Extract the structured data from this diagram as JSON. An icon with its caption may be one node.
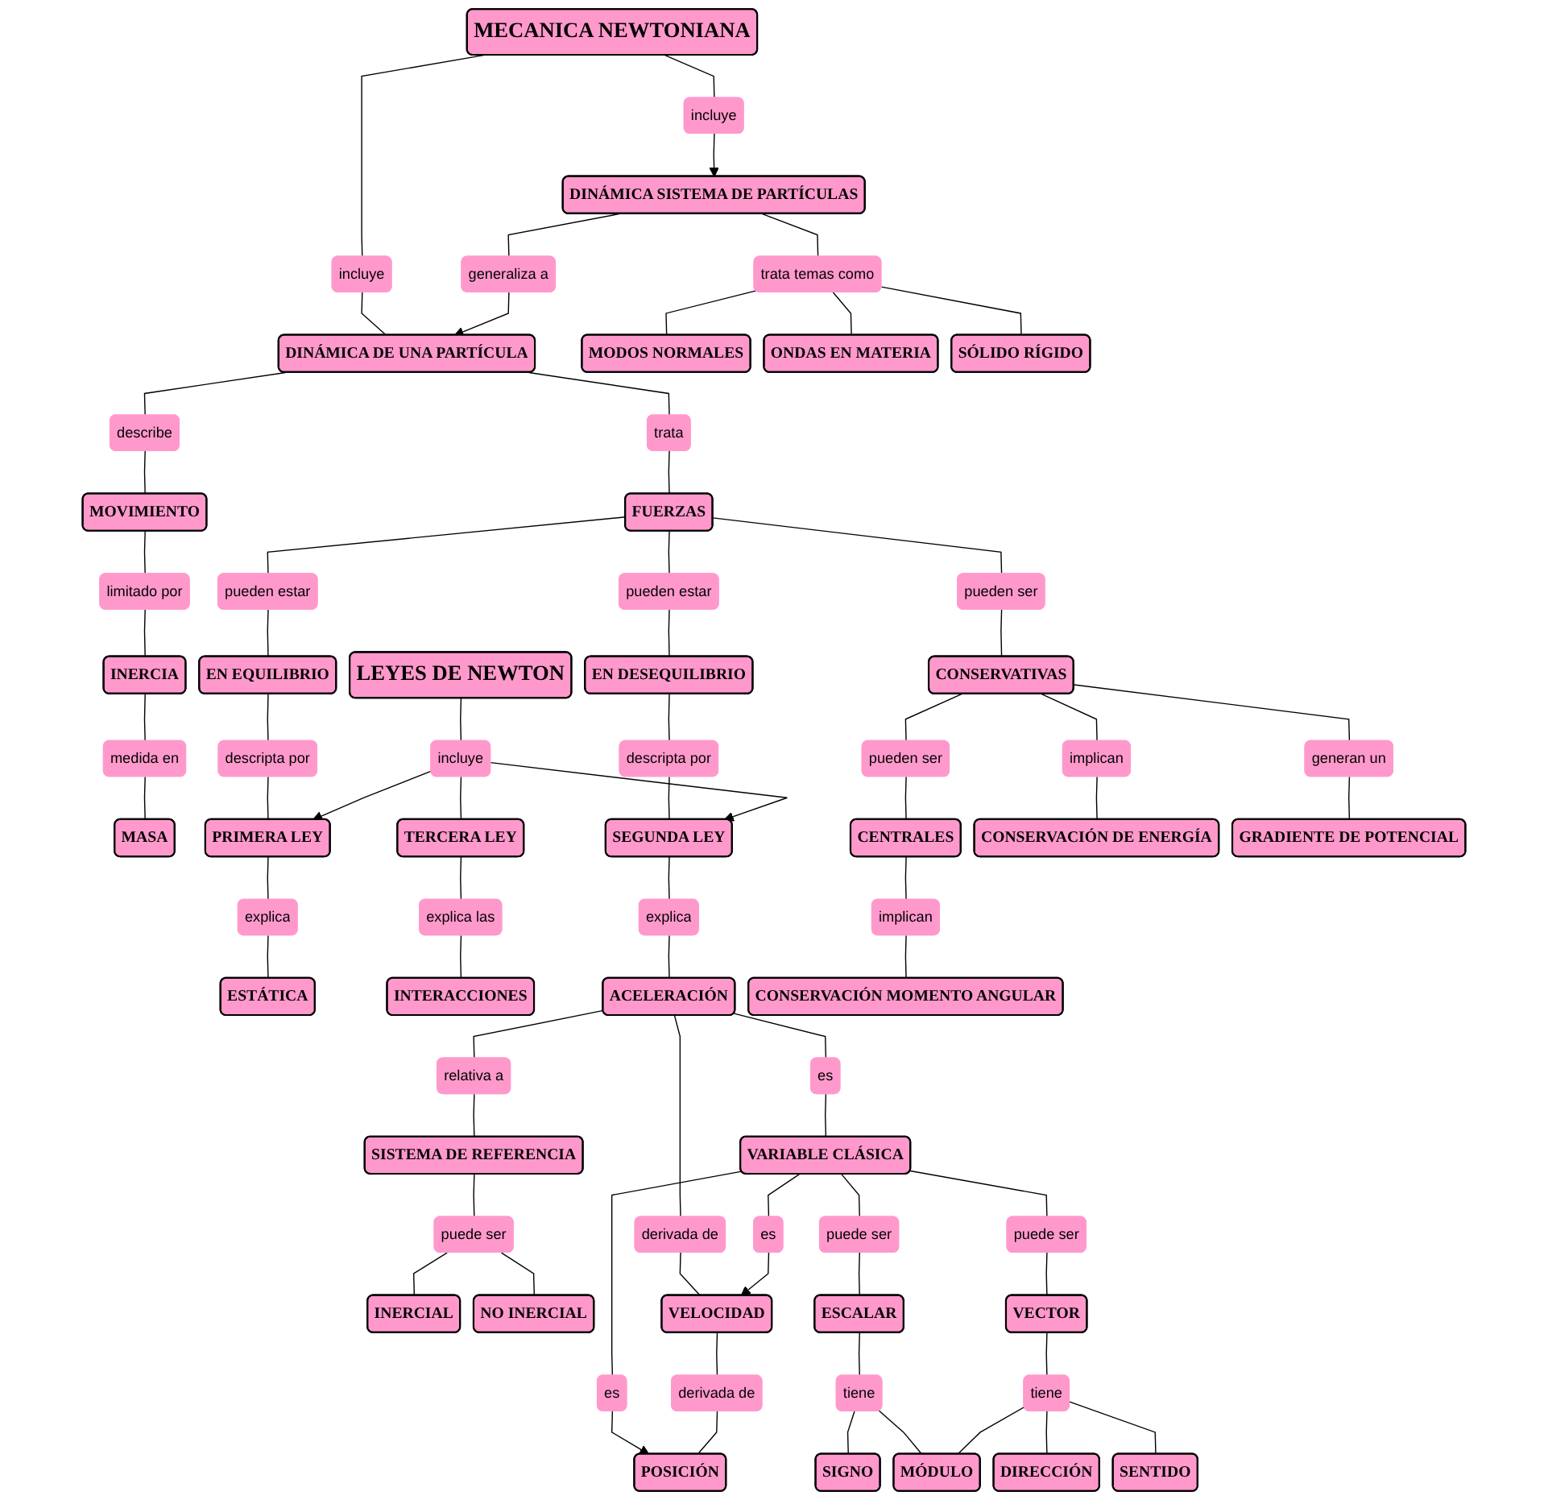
{
  "diagram": {
    "nodes": [
      {
        "text": [
          "MECANICA NEWTONIANA"
        ]
      },
      {
        "text": [
          "incluye"
        ]
      },
      {
        "text": [
          "incluye"
        ]
      },
      {
        "text": [
          "DINÁMICA SISTEMA DE PARTÍCULAS"
        ]
      },
      {
        "text": [
          "DINÁMICA DE UNA PARTÍCULA"
        ]
      },
      {
        "text": [
          "generaliza a"
        ]
      },
      {
        "text": [
          "trata temas como"
        ]
      },
      {
        "text": [
          "describe"
        ]
      },
      {
        "text": [
          "trata"
        ]
      },
      {
        "text": [
          "MODOS NORMALES"
        ]
      },
      {
        "text": [
          "ONDAS EN MATERIA"
        ]
      },
      {
        "text": [
          "SÓLIDO RÍGIDO"
        ]
      },
      {
        "text": [
          "MOVIMIENTO"
        ]
      },
      {
        "text": [
          "limitado por"
        ]
      },
      {
        "text": [
          "FUERZAS"
        ]
      },
      {
        "text": [
          "pueden ser"
        ]
      },
      {
        "text": [
          "INERCIA"
        ]
      },
      {
        "text": [
          "pueden estar"
        ]
      },
      {
        "text": [
          "pueden estar"
        ]
      },
      {
        "text": [
          "CONSERVATIVAS"
        ]
      },
      {
        "text": [
          "medida en"
        ]
      },
      {
        "text": [
          "EN EQUILIBRIO"
        ]
      },
      {
        "text": [
          "EN DESEQUILIBRIO"
        ]
      },
      {
        "text": [
          "generan un"
        ]
      },
      {
        "text": [
          "MASA"
        ]
      },
      {
        "text": [
          "GRADIENTE DE POTENCIAL"
        ]
      },
      {
        "text": [
          "LEYES DE NEWTON"
        ]
      },
      {
        "text": [
          "pueden ser"
        ]
      },
      {
        "text": [
          "implican"
        ]
      },
      {
        "text": [
          "descripta por"
        ]
      },
      {
        "text": [
          "descripta por"
        ]
      },
      {
        "text": [
          "incluye"
        ]
      },
      {
        "text": [
          "PRIMERA LEY"
        ]
      },
      {
        "text": [
          "SEGUNDA LEY"
        ]
      },
      {
        "text": [
          "CENTRALES"
        ]
      },
      {
        "text": [
          "CONSERVACIÓN DE ENERGÍA"
        ]
      },
      {
        "text": [
          "explica"
        ]
      },
      {
        "text": [
          "explica"
        ]
      },
      {
        "text": [
          "TERCERA LEY"
        ]
      },
      {
        "text": [
          "implican"
        ]
      },
      {
        "text": [
          "explica las"
        ]
      },
      {
        "text": [
          "ESTÁTICA"
        ]
      },
      {
        "text": [
          "ACELERACIÓN"
        ]
      },
      {
        "text": [
          "CONSERVACIÓN MOMENTO ANGULAR"
        ]
      },
      {
        "text": [
          "INTERACCIONES"
        ]
      },
      {
        "text": [
          "derivada de"
        ]
      },
      {
        "text": [
          "es"
        ]
      },
      {
        "text": [
          "relativa a"
        ]
      },
      {
        "text": [
          "VELOCIDAD"
        ]
      },
      {
        "text": [
          "es"
        ]
      },
      {
        "text": [
          "SISTEMA DE REFERENCIA"
        ]
      },
      {
        "text": [
          "VARIABLE CLÁSICA"
        ]
      },
      {
        "text": [
          "derivada de"
        ]
      },
      {
        "text": [
          "es"
        ]
      },
      {
        "text": [
          "POSICIÓN"
        ]
      },
      {
        "text": [
          "puede ser"
        ]
      },
      {
        "text": [
          "puede ser"
        ]
      },
      {
        "text": [
          "INERCIAL"
        ]
      },
      {
        "text": [
          "NO INERCIAL"
        ]
      },
      {
        "text": [
          "puede ser"
        ]
      },
      {
        "text": [
          "VECTOR"
        ]
      },
      {
        "text": [
          "ESCALAR"
        ]
      },
      {
        "text": [
          "tiene"
        ]
      },
      {
        "text": [
          "tiene"
        ]
      },
      {
        "text": [
          "SIGNO"
        ]
      },
      {
        "text": [
          "MÓDULO"
        ]
      },
      {
        "text": [
          "DIRECCIÓN"
        ]
      },
      {
        "text": [
          "SENTIDO"
        ]
      }
    ],
    "edges": [
      {
        "from": 0,
        "to": 1,
        "arrow": "none"
      },
      {
        "from": 1,
        "to": 4,
        "arrow": "none"
      },
      {
        "from": 0,
        "to": 2,
        "arrow": "none"
      },
      {
        "from": 2,
        "to": 3,
        "arrow": "to"
      },
      {
        "from": 3,
        "to": 5,
        "arrow": "none"
      },
      {
        "from": 5,
        "to": 4,
        "arrow": "to"
      },
      {
        "from": 3,
        "to": 6,
        "arrow": "none"
      },
      {
        "from": 6,
        "to": 9,
        "arrow": "none"
      },
      {
        "from": 6,
        "to": 10,
        "arrow": "none"
      },
      {
        "from": 6,
        "to": 11,
        "arrow": "none"
      },
      {
        "from": 4,
        "to": 7,
        "arrow": "none"
      },
      {
        "from": 7,
        "to": 12,
        "arrow": "none"
      },
      {
        "from": 12,
        "to": 13,
        "arrow": "none"
      },
      {
        "from": 13,
        "to": 16,
        "arrow": "none"
      },
      {
        "from": 16,
        "to": 20,
        "arrow": "none"
      },
      {
        "from": 20,
        "to": 24,
        "arrow": "none"
      },
      {
        "from": 4,
        "to": 8,
        "arrow": "none"
      },
      {
        "from": 8,
        "to": 14,
        "arrow": "none"
      },
      {
        "from": 14,
        "to": 17,
        "arrow": "none"
      },
      {
        "from": 17,
        "to": 21,
        "arrow": "none"
      },
      {
        "from": 14,
        "to": 18,
        "arrow": "none"
      },
      {
        "from": 18,
        "to": 22,
        "arrow": "none"
      },
      {
        "from": 14,
        "to": 15,
        "arrow": "none"
      },
      {
        "from": 15,
        "to": 19,
        "arrow": "none"
      },
      {
        "from": 19,
        "to": 23,
        "arrow": "none"
      },
      {
        "from": 23,
        "to": 25,
        "arrow": "none"
      },
      {
        "from": 19,
        "to": 28,
        "arrow": "none"
      },
      {
        "from": 28,
        "to": 35,
        "arrow": "none"
      },
      {
        "from": 19,
        "to": 27,
        "arrow": "none"
      },
      {
        "from": 27,
        "to": 34,
        "arrow": "none"
      },
      {
        "from": 34,
        "to": 39,
        "arrow": "none"
      },
      {
        "from": 39,
        "to": 43,
        "arrow": "none"
      },
      {
        "from": 21,
        "to": 29,
        "arrow": "none"
      },
      {
        "from": 29,
        "to": 32,
        "arrow": "none"
      },
      {
        "from": 22,
        "to": 30,
        "arrow": "none"
      },
      {
        "from": 30,
        "to": 33,
        "arrow": "none"
      },
      {
        "from": 26,
        "to": 31,
        "arrow": "none"
      },
      {
        "from": 31,
        "to": 32,
        "arrow": "to"
      },
      {
        "from": 31,
        "to": 33,
        "arrow": "to"
      },
      {
        "from": 31,
        "to": 38,
        "arrow": "none"
      },
      {
        "from": 32,
        "to": 36,
        "arrow": "none"
      },
      {
        "from": 36,
        "to": 41,
        "arrow": "none"
      },
      {
        "from": 33,
        "to": 37,
        "arrow": "none"
      },
      {
        "from": 37,
        "to": 42,
        "arrow": "none"
      },
      {
        "from": 38,
        "to": 40,
        "arrow": "none"
      },
      {
        "from": 40,
        "to": 44,
        "arrow": "none"
      },
      {
        "from": 42,
        "to": 45,
        "arrow": "none"
      },
      {
        "from": 45,
        "to": 48,
        "arrow": "none"
      },
      {
        "from": 42,
        "to": 47,
        "arrow": "none"
      },
      {
        "from": 47,
        "to": 50,
        "arrow": "none"
      },
      {
        "from": 42,
        "to": 46,
        "arrow": "none"
      },
      {
        "from": 46,
        "to": 51,
        "arrow": "none"
      },
      {
        "from": 51,
        "to": 49,
        "arrow": "none"
      },
      {
        "from": 49,
        "to": 48,
        "arrow": "to"
      },
      {
        "from": 51,
        "to": 53,
        "arrow": "none"
      },
      {
        "from": 53,
        "to": 54,
        "arrow": "to"
      },
      {
        "from": 48,
        "to": 52,
        "arrow": "none"
      },
      {
        "from": 52,
        "to": 54,
        "arrow": "none"
      },
      {
        "from": 50,
        "to": 55,
        "arrow": "none"
      },
      {
        "from": 55,
        "to": 57,
        "arrow": "none"
      },
      {
        "from": 55,
        "to": 58,
        "arrow": "none"
      },
      {
        "from": 51,
        "to": 59,
        "arrow": "none"
      },
      {
        "from": 59,
        "to": 61,
        "arrow": "none"
      },
      {
        "from": 51,
        "to": 56,
        "arrow": "none"
      },
      {
        "from": 56,
        "to": 60,
        "arrow": "none"
      },
      {
        "from": 61,
        "to": 62,
        "arrow": "none"
      },
      {
        "from": 62,
        "to": 64,
        "arrow": "none"
      },
      {
        "from": 62,
        "to": 65,
        "arrow": "none"
      },
      {
        "from": 60,
        "to": 63,
        "arrow": "none"
      },
      {
        "from": 63,
        "to": 65,
        "arrow": "none"
      },
      {
        "from": 63,
        "to": 66,
        "arrow": "none"
      },
      {
        "from": 63,
        "to": 67,
        "arrow": "none"
      }
    ]
  }
}
